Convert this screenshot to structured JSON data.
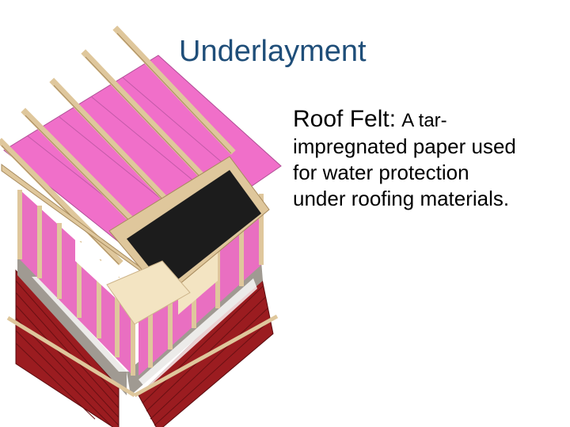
{
  "slide": {
    "title": "Underlayment",
    "term": "Roof Felt:",
    "definition_first": "A tar-",
    "definition_lines": [
      "impregnated paper used",
      "for water protection",
      "under roofing materials."
    ]
  },
  "illustration": {
    "subject": "framed-shed-with-roof-felt",
    "colors": {
      "insulation_pink": "#e96fc1",
      "roof_pink": "#f06fc9",
      "wood_frame": "#dfc79c",
      "felt_black": "#1c1c1c",
      "siding_red": "#9b1c20",
      "wall_gray": "#a09a92",
      "title_blue": "#1f4e79"
    }
  }
}
